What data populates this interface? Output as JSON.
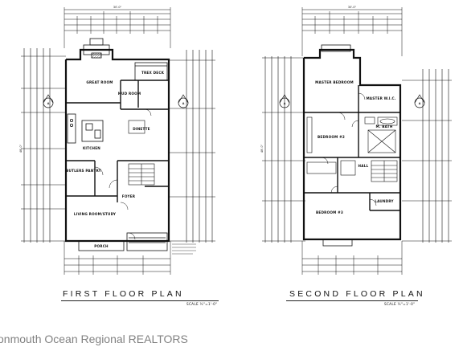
{
  "first_floor": {
    "title": "FIRST FLOOR PLAN",
    "scale": "SCALE ¼\"=1'-0\"",
    "rooms": {
      "great_room": "GREAT ROOM",
      "trex_deck": "TREX DECK",
      "mud_room": "MUD ROOM",
      "dinette": "DINETTE",
      "kitchen": "KITCHEN",
      "butlers_pantry": "BUTLERS PANTRY",
      "foyer": "FOYER",
      "living_room": "LIVING ROOM/STUDY",
      "porch": "PORCH"
    },
    "dimensions": {
      "overall_top": "30'-0\"",
      "overall_side": "48'-0\""
    }
  },
  "second_floor": {
    "title": "SECOND FLOOR PLAN",
    "scale": "SCALE ¼\"=1'-0\"",
    "rooms": {
      "master_bedroom": "MASTER BEDROOM",
      "master_wic": "MASTER W.I.C.",
      "m_bath": "M. BATH",
      "bedroom_2": "BEDROOM #2",
      "hall": "HALL",
      "bedroom_3": "BEDROOM #3",
      "laundry": "LAUNDRY"
    },
    "dimensions": {
      "overall_top": "30'-0\"",
      "overall_side": "48'-0\""
    }
  },
  "section_marker": "A",
  "section_sheet": "A5",
  "watermark": "onmouth Ocean Regional REALTORS"
}
